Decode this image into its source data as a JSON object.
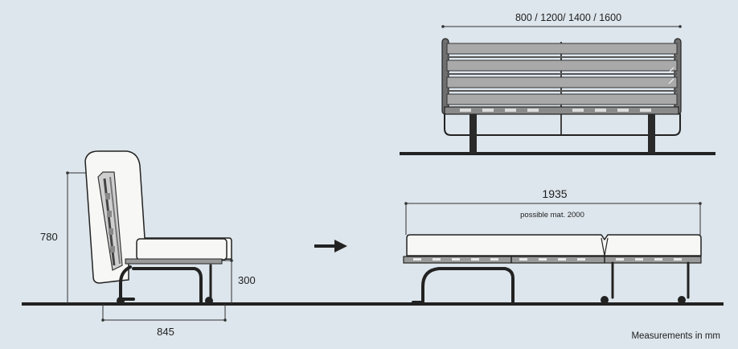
{
  "dimensions": {
    "front_width": "800 / 1200/ 1400 / 1600",
    "chair_height": "780",
    "seat_height": "300",
    "chair_depth": "845",
    "bed_length": "1935",
    "mattress_note": "possible mat. 2000"
  },
  "footer": {
    "units_note": "Measurements in mm"
  },
  "colors": {
    "background": "#dde6ec",
    "line": "#222222",
    "cushion": "#f7f7f5",
    "slat": "#a9a9a9",
    "slat_dark": "#707070"
  }
}
